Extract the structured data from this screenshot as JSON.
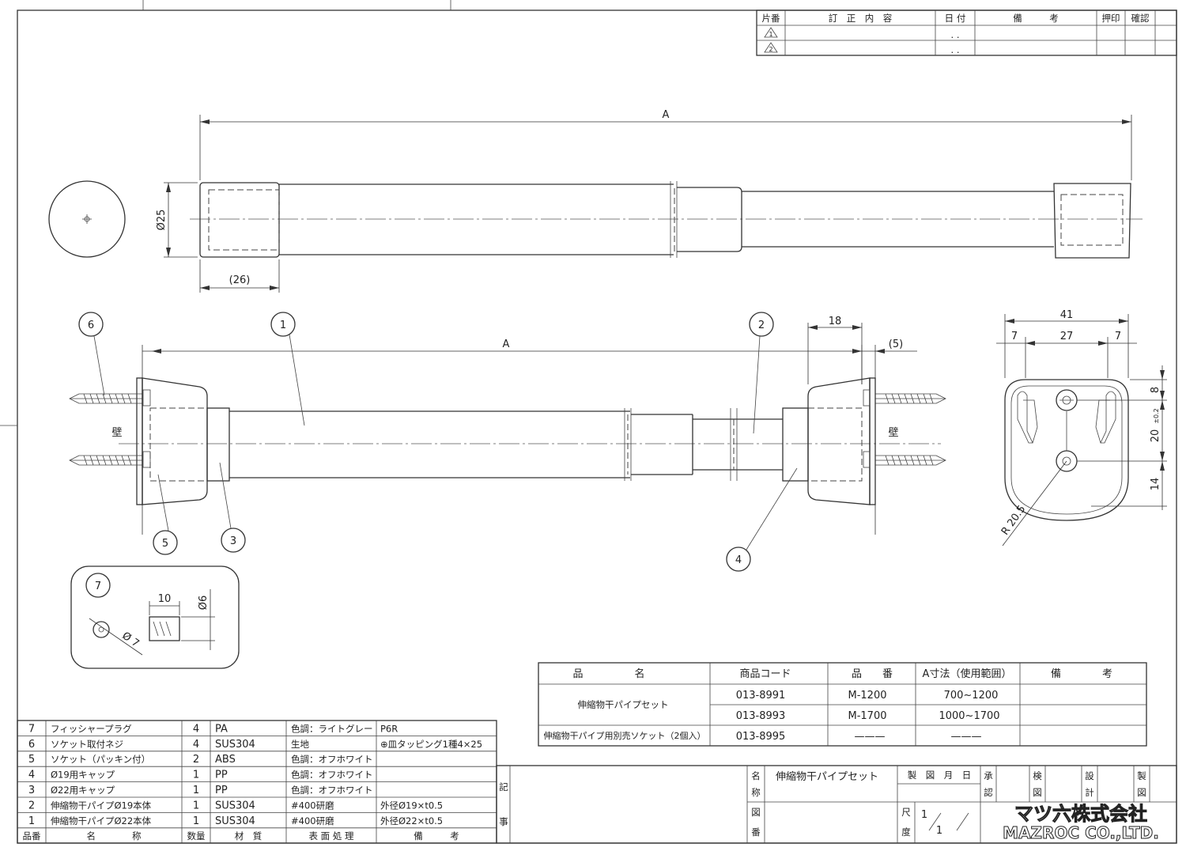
{
  "revision_table": {
    "headers": [
      "片番",
      "訂　正　内　容",
      "日 付",
      "備　　　考",
      "押印",
      "確認"
    ],
    "rows": [
      {
        "mark": "1",
        "date": ". ."
      },
      {
        "mark": "2",
        "date": ". ."
      }
    ]
  },
  "dimensions": {
    "A_top": "A",
    "dia25": "Ø25",
    "len26": "(26)",
    "A_mid": "A",
    "d18": "18",
    "d5": "(5)",
    "wall": "壁",
    "d41": "41",
    "d7a": "7",
    "d27": "27",
    "d7b": "7",
    "d8": "8",
    "d20": "20",
    "d20tol": "±0.2",
    "d14": "14",
    "r205": "R 20.5",
    "d10": "10",
    "dia6": "Ø6",
    "dia7": "Ø 7"
  },
  "balloons": [
    "1",
    "2",
    "3",
    "4",
    "5",
    "6",
    "7"
  ],
  "product_table": {
    "headers": [
      "品　　　　　名",
      "商品コード",
      "品　　番",
      "A寸法（使用範囲）",
      "備　　　　考"
    ],
    "rows": [
      {
        "name": "伸縮物干パイプセット",
        "code": "013-8991",
        "part": "M-1200",
        "range": "700~1200"
      },
      {
        "name": "",
        "code": "013-8993",
        "part": "M-1700",
        "range": "1000~1700"
      },
      {
        "name": "伸縮物干パイプ用別売ソケット（2個入）",
        "code": "013-8995",
        "part": "———",
        "range": "———"
      }
    ]
  },
  "parts_list": {
    "headers": [
      "品番",
      "名　　　　称",
      "数量",
      "材　質",
      "表 面 処 理",
      "備　　　考"
    ],
    "rows": [
      {
        "no": "7",
        "name": "フィッシャープラグ",
        "qty": "4",
        "material": "PA",
        "finish": "色調：ライトグレー",
        "note": "P6R"
      },
      {
        "no": "6",
        "name": "ソケット取付ネジ",
        "qty": "4",
        "material": "SUS304",
        "finish": "生地",
        "note": "⊕皿タッピング1種4×25"
      },
      {
        "no": "5",
        "name": "ソケット（パッキン付）",
        "qty": "2",
        "material": "ABS",
        "finish": "色調：オフホワイト",
        "note": ""
      },
      {
        "no": "4",
        "name": "Ø19用キャップ",
        "qty": "1",
        "material": "PP",
        "finish": "色調：オフホワイト",
        "note": ""
      },
      {
        "no": "3",
        "name": "Ø22用キャップ",
        "qty": "1",
        "material": "PP",
        "finish": "色調：オフホワイト",
        "note": ""
      },
      {
        "no": "2",
        "name": "伸縮物干パイプØ19本体",
        "qty": "1",
        "material": "SUS304",
        "finish": "#400研磨",
        "note": "外径Ø19×t0.5"
      },
      {
        "no": "1",
        "name": "伸縮物干パイプØ22本体",
        "qty": "1",
        "material": "SUS304",
        "finish": "#400研磨",
        "note": "外径Ø22×t0.5"
      }
    ]
  },
  "title_block": {
    "ki": "記",
    "ji": "事",
    "name_label_1": "名",
    "name_label_2": "称",
    "title": "伸縮物干パイプセット",
    "drawing_date": "製　図　月　日",
    "approve_1": "承",
    "approve_2": "認",
    "check_1": "検",
    "check_2": "図",
    "design_1": "設",
    "design_2": "計",
    "draft_1": "製",
    "draft_2": "図",
    "zuban_1": "図",
    "zuban_2": "番",
    "scale_1": "尺",
    "scale_2": "度",
    "scale_num": "1",
    "scale_den": "1",
    "company_jp": "マツ六株式会社",
    "company_en": "MAZROC CO.,LTD."
  }
}
